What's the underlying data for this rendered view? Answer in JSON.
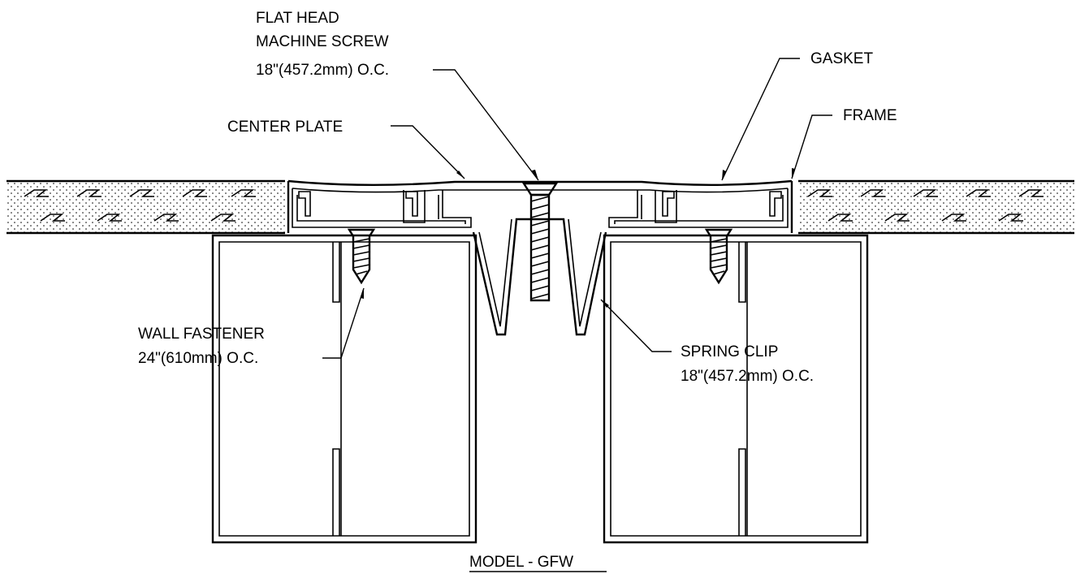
{
  "diagram": {
    "title": "MODEL - GFW",
    "labels": {
      "flat_head_line1": "FLAT HEAD",
      "flat_head_line2": "MACHINE SCREW",
      "flat_head_line3": "18\"(457.2mm) O.C.",
      "center_plate": "CENTER PLATE",
      "gasket": "GASKET",
      "frame": "FRAME",
      "wall_fastener_line1": "WALL FASTENER",
      "wall_fastener_line2": "24\"(610mm) O.C.",
      "spring_clip_line1": "SPRING CLIP",
      "spring_clip_line2": "18\"(457.2mm) O.C."
    },
    "colors": {
      "line": "#000000",
      "background": "#ffffff",
      "hatch": "#000000"
    }
  }
}
